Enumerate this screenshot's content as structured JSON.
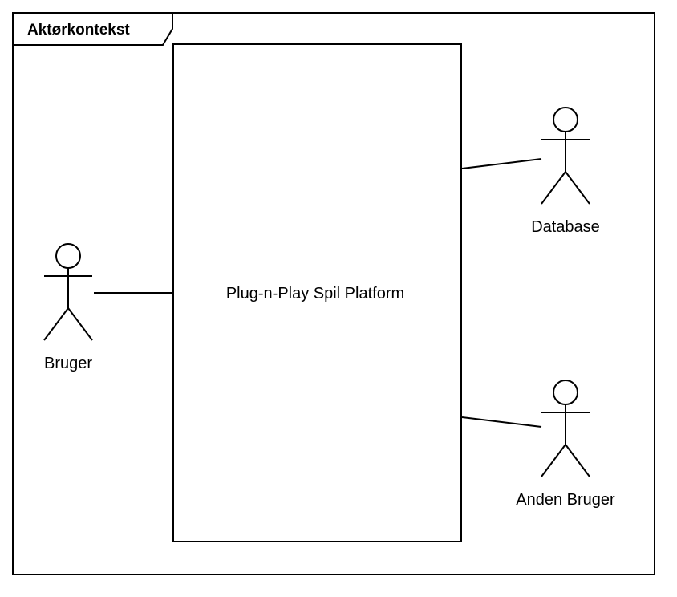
{
  "frame": {
    "title": "Aktørkontekst"
  },
  "system": {
    "label": "Plug-n-Play Spil Platform"
  },
  "actors": {
    "bruger": {
      "label": "Bruger"
    },
    "database": {
      "label": "Database"
    },
    "anden_bruger": {
      "label": "Anden Bruger"
    }
  },
  "colors": {
    "stroke": "#000000",
    "background": "#ffffff"
  }
}
